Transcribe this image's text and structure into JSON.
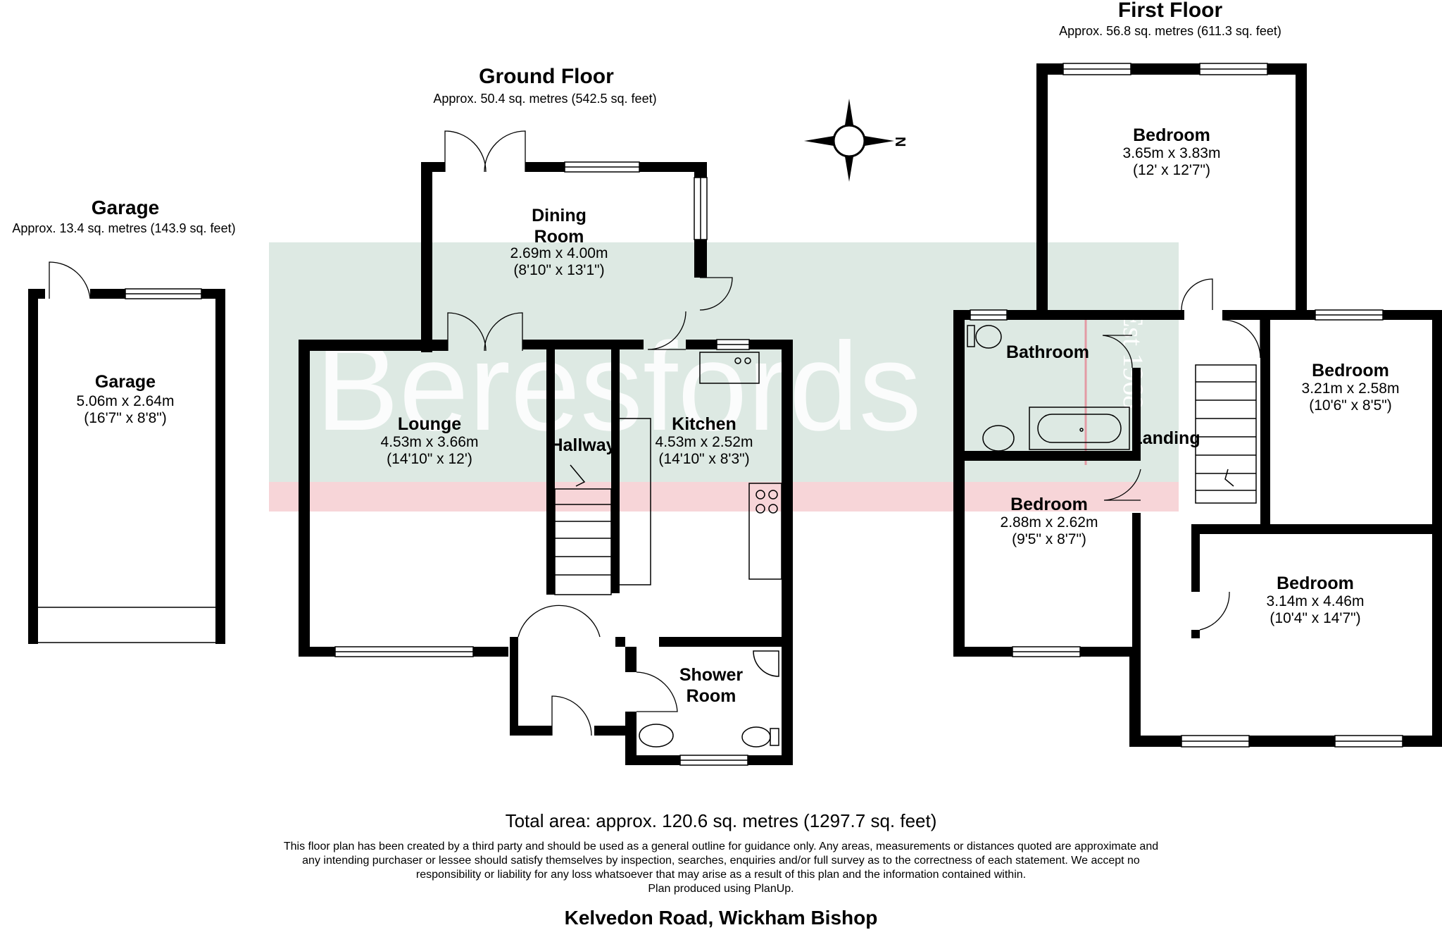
{
  "watermark": {
    "text": "Beresfords",
    "tag": "Est 1968"
  },
  "compass": {
    "label": "N"
  },
  "garage": {
    "heading": "Garage",
    "area": "Approx. 13.4 sq. metres (143.9 sq. feet)",
    "room": {
      "name": "Garage",
      "metric": "5.06m x 2.64m",
      "imperial": "(16'7\" x 8'8\")"
    }
  },
  "ground_floor": {
    "heading": "Ground Floor",
    "area": "Approx. 50.4 sq. metres (542.5 sq. feet)",
    "rooms": {
      "dining": {
        "name1": "Dining",
        "name2": "Room",
        "metric": "2.69m x 4.00m",
        "imperial": "(8'10\" x 13'1\")"
      },
      "lounge": {
        "name": "Lounge",
        "metric": "4.53m x 3.66m",
        "imperial": "(14'10\" x 12')"
      },
      "hallway": {
        "name": "Hallway"
      },
      "kitchen": {
        "name": "Kitchen",
        "metric": "4.53m x 2.52m",
        "imperial": "(14'10\" x 8'3\")"
      },
      "shower": {
        "name1": "Shower",
        "name2": "Room"
      }
    }
  },
  "first_floor": {
    "heading": "First Floor",
    "area": "Approx. 56.8 sq. metres (611.3 sq. feet)",
    "rooms": {
      "bedroom_top": {
        "name": "Bedroom",
        "metric": "3.65m x 3.83m",
        "imperial": "(12' x 12'7\")"
      },
      "bathroom": {
        "name": "Bathroom"
      },
      "landing": {
        "name": "Landing"
      },
      "bedroom_right": {
        "name": "Bedroom",
        "metric": "3.21m x 2.58m",
        "imperial": "(10'6\" x 8'5\")"
      },
      "bedroom_left": {
        "name": "Bedroom",
        "metric": "2.88m x 2.62m",
        "imperial": "(9'5\" x 8'7\")"
      },
      "bedroom_bottom": {
        "name": "Bedroom",
        "metric": "3.14m x 4.46m",
        "imperial": "(10'4\" x 14'7\")"
      }
    }
  },
  "footer": {
    "total": "Total area: approx. 120.6 sq. metres (1297.7 sq. feet)",
    "disclaimer_lines": [
      "This floor plan has been created by a third party and should be used as a general outline for guidance only. Any areas, measurements or distances quoted are approximate and",
      "any intending purchaser or lessee should satisfy themselves by inspection, searches, enquiries and/or full survey as to the correctness of each statement. We accept no",
      "responsibility or liability for any loss whatsoever that may arise as a result of this plan and the information contained within.",
      "Plan produced using PlanUp."
    ],
    "address": "Kelvedon Road, Wickham Bishop"
  }
}
